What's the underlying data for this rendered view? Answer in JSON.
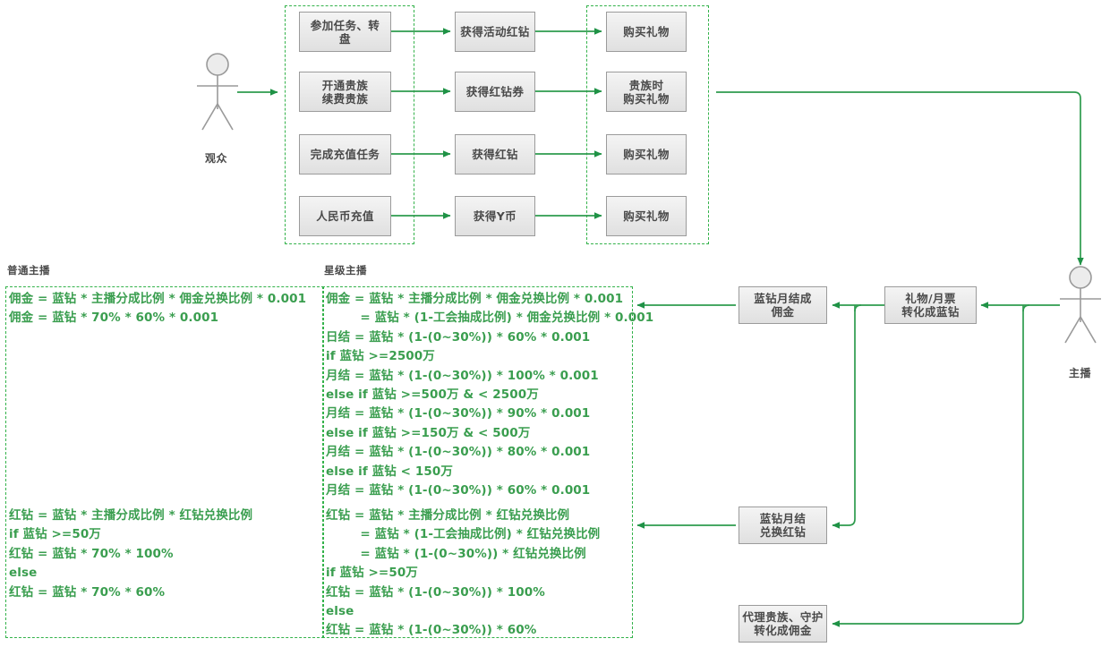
{
  "diagram": {
    "title": "主播收益换算流程图",
    "accent_green": "#2e9b4e",
    "dash_green": "#33b24a",
    "formula_green": "#3a9e4f",
    "node_text": "#4a4a4a"
  },
  "actors": [
    {
      "id": "audience",
      "label": "观众"
    },
    {
      "id": "anchor",
      "label": "主播"
    }
  ],
  "groups": [
    {
      "id": "source-group",
      "label": ""
    },
    {
      "id": "gift-group",
      "label": ""
    },
    {
      "id": "normal-anchor-group",
      "label": "普通主播"
    },
    {
      "id": "star-anchor-group",
      "label": "星级主播"
    }
  ],
  "nodes": {
    "source": [
      {
        "id": "task-wheel",
        "label": "参加任务、转\n盘"
      },
      {
        "id": "noble-open-renew",
        "label": "开通贵族\n续费贵族"
      },
      {
        "id": "recharge-task",
        "label": "完成充值任务"
      },
      {
        "id": "rmb-recharge",
        "label": "人民币充值"
      }
    ],
    "currency": [
      {
        "id": "get-activity-red-diamond",
        "label": "获得活动红钻"
      },
      {
        "id": "get-red-diamond-coupon",
        "label": "获得红钻券"
      },
      {
        "id": "get-red-diamond",
        "label": "获得红钻"
      },
      {
        "id": "get-y-coin",
        "label": "获得Y币"
      }
    ],
    "gifts": [
      {
        "id": "buy-gift-1",
        "label": "购买礼物"
      },
      {
        "id": "buy-gift-noble",
        "label": "贵族时\n购买礼物"
      },
      {
        "id": "buy-gift-3",
        "label": "购买礼物"
      },
      {
        "id": "buy-gift-4",
        "label": "购买礼物"
      }
    ],
    "settlement": [
      {
        "id": "gift-ticket-to-blue-diamond",
        "label": "礼物/月票\n转化成蓝钻"
      },
      {
        "id": "blue-diamond-monthly-commission",
        "label": "蓝钻月结成\n佣金"
      },
      {
        "id": "blue-diamond-monthly-red-diamond",
        "label": "蓝钻月结\n兑换红钻"
      },
      {
        "id": "agent-noble-guard-commission",
        "label": "代理贵族、守护\n转化成佣金"
      }
    ]
  },
  "formulas": {
    "normal_commission": [
      "佣金 = 蓝钻 * 主播分成比例 * 佣金兑换比例 * 0.001",
      "佣金 = 蓝钻 * 70% * 60% * 0.001"
    ],
    "normal_red_diamond": [
      "红钻 = 蓝钻 * 主播分成比例 * 红钻兑换比例",
      "if 蓝钻 >=50万",
      "红钻 = 蓝钻 * 70% * 100%",
      "else",
      "红钻 = 蓝钻 * 70% * 60%"
    ],
    "star_commission": [
      "佣金 = 蓝钻 * 主播分成比例 * 佣金兑换比例 * 0.001",
      "        = 蓝钻 * (1-工会抽成比例) * 佣金兑换比例 * 0.001",
      "日结 = 蓝钻 * (1-(0~30%)) * 60% * 0.001",
      "if 蓝钻 >=2500万",
      "月结 = 蓝钻 * (1-(0~30%)) * 100% * 0.001",
      "else if 蓝钻 >=500万 & < 2500万",
      "月结 = 蓝钻 * (1-(0~30%)) * 90% * 0.001",
      "else if 蓝钻 >=150万 & < 500万",
      "月结 = 蓝钻 * (1-(0~30%)) * 80% * 0.001",
      "else if 蓝钻 < 150万",
      "月结 = 蓝钻 * (1-(0~30%)) * 60% * 0.001"
    ],
    "star_red_diamond": [
      "红钻 = 蓝钻 * 主播分成比例 * 红钻兑换比例",
      "        = 蓝钻 * (1-工会抽成比例) * 红钻兑换比例",
      "        = 蓝钻 * (1-(0~30%)) * 红钻兑换比例",
      "if 蓝钻 >=50万",
      "红钻 = 蓝钻 * (1-(0~30%)) * 100%",
      "else",
      "红钻 = 蓝钻 * (1-(0~30%)) * 60%"
    ]
  }
}
